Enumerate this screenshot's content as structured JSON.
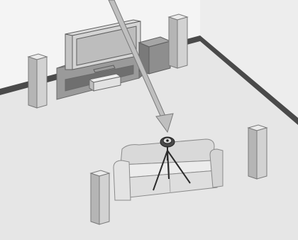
{
  "scene": {
    "kind": "home-theater-speaker-setup",
    "labels": [],
    "palette": {
      "floor": "#e6e6e6",
      "wall": "#f2f2f2",
      "baseboard": "#4a4a4a",
      "outline": "#8a8a8a",
      "speaker_front": "#d2d2d2",
      "speaker_side": "#b3b3b3",
      "speaker_top": "#ebebeb",
      "tv_screen": "#cfcfcf",
      "stand_dark": "#8c8c8c",
      "sofa": "#e2e2e2",
      "tripod": "#2b2b2b",
      "arrow_fill": "#bfbfbf"
    },
    "objects": [
      "front-left-speaker",
      "front-right-speaker",
      "center-speaker",
      "subwoofer",
      "television",
      "tv-stand",
      "surround-left-speaker",
      "surround-right-speaker",
      "sofa",
      "calibration-microphone-on-tripod",
      "placement-arrow"
    ]
  }
}
